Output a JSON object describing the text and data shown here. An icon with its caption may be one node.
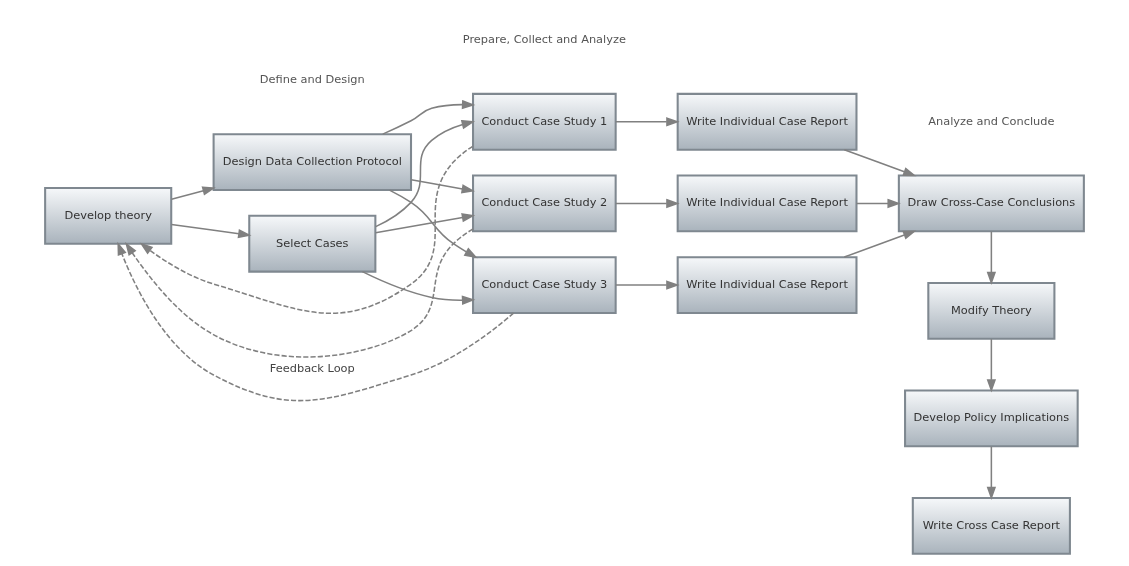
{
  "diagram": {
    "nodes": [
      {
        "text": [
          "Develop theory"
        ]
      },
      {
        "text": [
          "Select Cases"
        ]
      },
      {
        "text": [
          "Design Data Collection Protocol"
        ]
      },
      {
        "text": [
          "Conduct Case Study 1"
        ]
      },
      {
        "text": [
          "Conduct Case Study 2"
        ]
      },
      {
        "text": [
          "Conduct Case Study 3"
        ]
      },
      {
        "text": [
          "Write Individual Case Report"
        ]
      },
      {
        "text": [
          "Write Individual Case Report"
        ]
      },
      {
        "text": [
          "Write Individual Case Report"
        ]
      },
      {
        "text": [
          "Draw Cross-Case Conclusions"
        ]
      },
      {
        "text": [
          "Modify Theory"
        ]
      },
      {
        "text": [
          "Develop Policy Implications"
        ]
      },
      {
        "text": [
          "Write Cross Case Report"
        ]
      }
    ],
    "edges": [
      {
        "from": 0,
        "to": 1,
        "arrow": "to"
      },
      {
        "from": 0,
        "to": 2,
        "arrow": "to"
      },
      {
        "from": 1,
        "to": 3,
        "arrow": "to"
      },
      {
        "from": 1,
        "to": 4,
        "arrow": "to"
      },
      {
        "from": 1,
        "to": 5,
        "arrow": "to"
      },
      {
        "from": 2,
        "to": 3,
        "arrow": "to"
      },
      {
        "from": 2,
        "to": 4,
        "arrow": "to"
      },
      {
        "from": 2,
        "to": 5,
        "arrow": "to"
      },
      {
        "from": 3,
        "to": 6,
        "arrow": "to"
      },
      {
        "from": 4,
        "to": 7,
        "arrow": "to"
      },
      {
        "from": 5,
        "to": 8,
        "arrow": "to"
      },
      {
        "from": 6,
        "to": 9,
        "arrow": "to"
      },
      {
        "from": 7,
        "to": 9,
        "arrow": "to"
      },
      {
        "from": 8,
        "to": 9,
        "arrow": "to"
      },
      {
        "from": 9,
        "to": 10,
        "arrow": "to"
      },
      {
        "from": 10,
        "to": 11,
        "arrow": "to"
      },
      {
        "from": 11,
        "to": 12,
        "arrow": "to"
      },
      {
        "from": 3,
        "to": 0,
        "arrow": "to",
        "style": "dashed"
      },
      {
        "from": 4,
        "to": 0,
        "arrow": "to",
        "style": "dashed"
      },
      {
        "from": 5,
        "to": 0,
        "arrow": "to",
        "style": "dashed",
        "label": "Feedback Loop"
      }
    ],
    "labels": [
      "Define and Design",
      "Prepare, Collect and Analyze",
      "Analyze and Conclude"
    ]
  }
}
